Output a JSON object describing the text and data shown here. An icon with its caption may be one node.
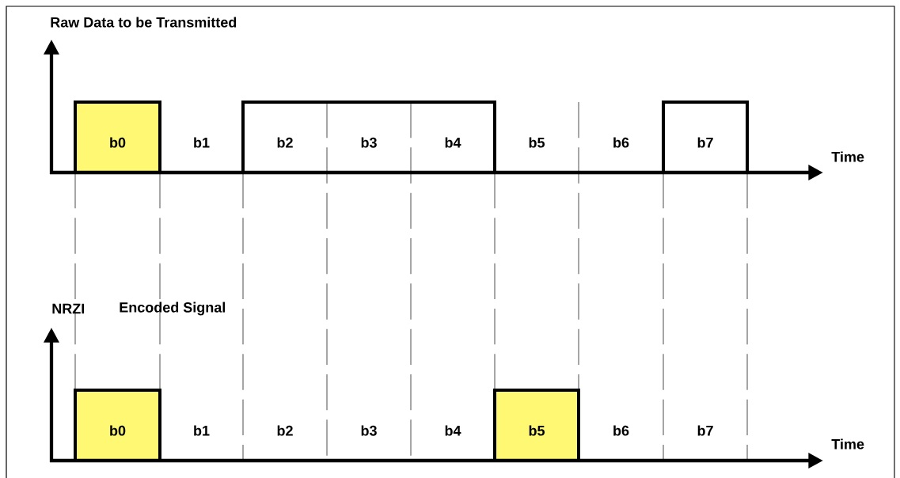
{
  "diagram": {
    "labels": [
      "Raw Data to be Transmitted",
      "b0",
      "b1",
      "b2",
      "b3",
      "b4",
      "b5",
      "b6",
      "b7",
      "Time",
      "NRZI",
      "Encoded Signal",
      "b0",
      "b1",
      "b2",
      "b3",
      "b4",
      "b5",
      "b6",
      "b7",
      "Time"
    ]
  }
}
